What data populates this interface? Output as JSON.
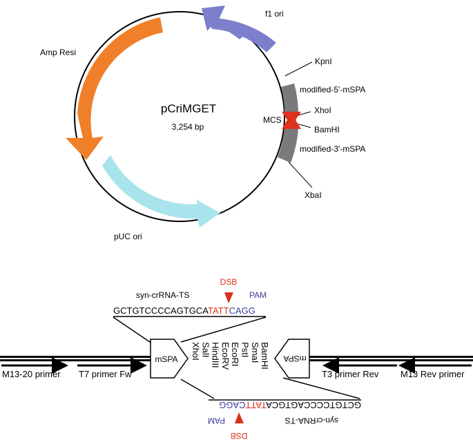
{
  "plasmid": {
    "name": "pCriMGET",
    "size": "3,254 bp"
  },
  "features": {
    "f1_ori": "f1 ori",
    "amp": "Amp Resi",
    "puc_ori": "pUC ori",
    "mcs": "MCS"
  },
  "sites": {
    "kpni": "KpnI",
    "mod5": "modified-5'-mSPA",
    "xhoi": "XhoI",
    "bamhi": "BamHI",
    "mod3": "modified-3'-mSPA",
    "xbai": "XbaI"
  },
  "top_seq": {
    "label": "syn-crRNA-TS",
    "dsb": "DSB",
    "pam": "PAM",
    "part1": "GCTGTCCCCAGTGCA",
    "part2": "TATT",
    "part3": "CAGG"
  },
  "bottom_seq": {
    "label": "syn-crRNA-TS",
    "dsb": "DSB",
    "pam": "PAM",
    "part1": "GCTGTCCCCAGTGCA",
    "part2": "TATT",
    "part3": "CAGG"
  },
  "linear": {
    "mspa": "mSPA",
    "enzymes": [
      "XhoI",
      "SalI",
      "HindIII",
      "EcoRV",
      "EcoRI",
      "PstI",
      "SmaI",
      "BamHI"
    ],
    "primers": {
      "m13_20": "M13-20 primer",
      "t7": "T7 primer Fw",
      "t3": "T3 primer Rev",
      "m13rev": "M13 Rev primer"
    }
  },
  "colors": {
    "f1_ori": "#7b7fcc",
    "amp": "#f07f2a",
    "puc_ori": "#a8e4ec",
    "mspa_block": "#7a7a7a",
    "mcs": "#e0321f",
    "dsb": "#d9301e",
    "pam": "#3b3b9e"
  }
}
